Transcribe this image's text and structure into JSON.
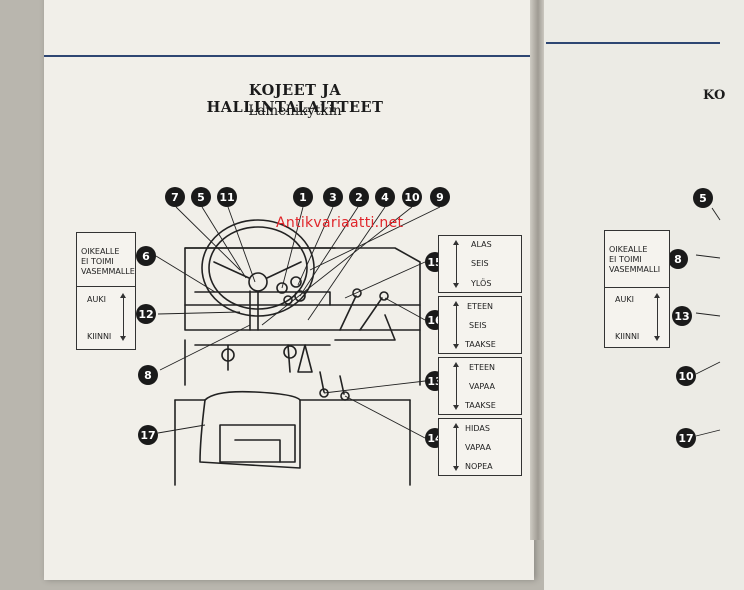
{
  "document": {
    "title": "KOJEET JA HALLINTALAITTEET",
    "subtitle": "Lamellikytkin",
    "right_page_title": "KO"
  },
  "watermark": "Antikvariaatti.net",
  "callouts": {
    "top": [
      "7",
      "5",
      "11",
      "1",
      "3",
      "2",
      "4",
      "10",
      "9"
    ],
    "left": [
      "6",
      "12",
      "8",
      "17"
    ],
    "right": [
      "15",
      "16",
      "13",
      "14"
    ],
    "right_page": [
      "5",
      "8",
      "13",
      "10",
      "17"
    ]
  },
  "boxes": {
    "steering_lock": {
      "line1": "OIKEALLE",
      "line2": "EI TOIMI",
      "line3": "VASEMMALLE",
      "open": "AUKI",
      "closed": "KIINNI"
    },
    "lift": {
      "up_down": "ALAS",
      "stop": "SEIS",
      "up": "YLÖS"
    },
    "drive": {
      "forward": "ETEEN",
      "stop": "SEIS",
      "reverse": "TAAKSE"
    },
    "gear": {
      "forward": "ETEEN",
      "neutral": "VAPAA",
      "reverse": "TAAKSE"
    },
    "speed": {
      "slow": "HIDAS",
      "neutral": "VAPAA",
      "fast": "NOPEA"
    }
  },
  "right_page_boxes": {
    "steering_lock": {
      "line1": "OIKEALLE",
      "line2": "EI TOIMI",
      "line3": "VASEMMALLI",
      "open": "AUKI",
      "closed": "KIINNI"
    }
  },
  "colors": {
    "rule": "#2e4672",
    "watermark": "#e0262b",
    "paper": "#f1efe9"
  }
}
